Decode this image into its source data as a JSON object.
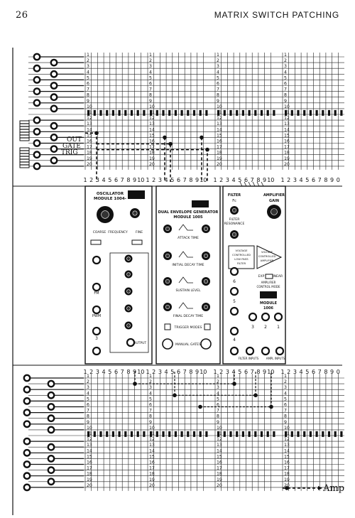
{
  "page": {
    "number": "26",
    "title": "MATRIX SWITCH PATCHING"
  },
  "row_labels": [
    "1",
    "2",
    "3",
    "4",
    "5",
    "6",
    "7",
    "8",
    "9",
    "10",
    "11",
    "12",
    "13",
    "14",
    "15",
    "16",
    "17",
    "18",
    "19",
    "20"
  ],
  "col_labels": [
    "1",
    "2",
    "3",
    "4",
    "5",
    "6",
    "7",
    "8",
    "9",
    "10"
  ],
  "col_labels_right_top": [
    "1",
    "2",
    "3",
    "4",
    "5",
    "6",
    "7",
    "8",
    "9",
    "0"
  ],
  "side_labels": {
    "out": "OUT",
    "gate": "GATE",
    "trig": "TRIG"
  },
  "amp_label": "Amp",
  "oscillator": {
    "title_1": "OSCILLATOR",
    "title_2": "MODULE 1004-",
    "coarse": "COARSE",
    "frequency": "FREQUENCY",
    "fine": "FINE",
    "fm": "FM",
    "pwm": "PWM",
    "output": "OUTPUT",
    "jack_3": "3"
  },
  "envelope": {
    "title_1": "DUAL ENVELOPE GENERATOR",
    "title_2": "MODULE 1005",
    "attack": "ATTACK TIME",
    "initial_decay": "INITIAL DECAY TIME",
    "sustain": "SUSTAIN LEVEL",
    "final_decay": "FINAL DECAY TIME",
    "trigger_modes": "TRIGGER MODES",
    "manual_gates": "MANUAL GATES"
  },
  "filter": {
    "filter_fc": "FILTER",
    "fc": "Fc",
    "resonance_1": "FILTER",
    "resonance_2": "RESONANCE",
    "amp_gain_1": "AMPLIFIER",
    "amp_gain_2": "GAIN",
    "vcf_1": "VOLTAGE",
    "vcf_2": "CONTROLLED",
    "vcf_3": "LOW PASS",
    "vcf_4": "FILTER",
    "vca_1": "VOLTAGE",
    "vca_2": "CONTROLLED",
    "vca_3": "AMPLIFIER",
    "exp": "EXP",
    "linear": "LINEAR",
    "amp_ctrl_1": "AMPLIFIER",
    "amp_ctrl_2": "CONTROL MODE",
    "module_1": "MODULE",
    "module_2": "1006",
    "jack_6": "6",
    "jack_5": "5",
    "jack_4": "4",
    "jack_3": "3",
    "jack_2": "2",
    "jack_1": "1",
    "filter_input": "FILTER INPUTS",
    "amp_input": "AMPL INPUTS"
  }
}
